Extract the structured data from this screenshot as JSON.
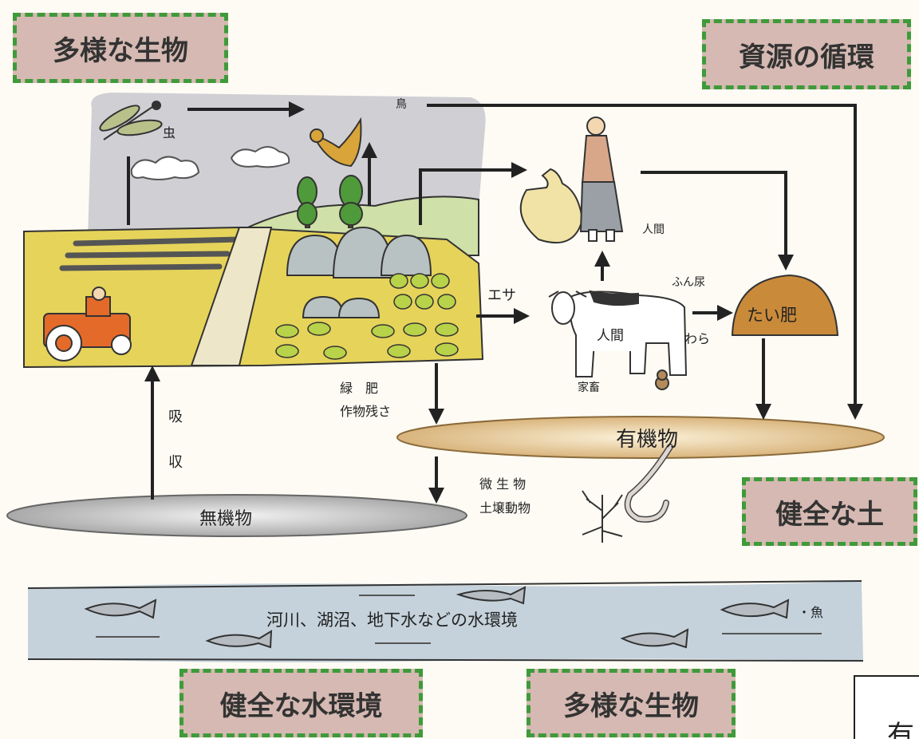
{
  "boxes": {
    "top_left": "多様な生物",
    "top_right": "資源の循環",
    "right_soil": "健全な土",
    "bottom_left": "健全な水環境",
    "bottom_center": "多様な生物"
  },
  "labels": {
    "insect": "虫",
    "bird": "鳥",
    "human_top": "人間",
    "human_overlay": "人間",
    "feed": "エサ",
    "manure_flow": "ふん尿",
    "straw": "わら",
    "livestock": "家畜",
    "compost": "たい肥",
    "green_manure": "緑　肥",
    "crop_residue": "作物残さ",
    "absorption_1": "吸",
    "absorption_2": "収",
    "organic": "有機物",
    "inorganic": "無機物",
    "microbes": "微 生 物",
    "soil_animals": "土壌動物",
    "water_env": "河川、湖沼、地下水などの水環境",
    "fish": "・魚",
    "corner_glyph": "有"
  },
  "colors": {
    "box_fill": "#d5b9b2",
    "box_border": "#3f9a3a",
    "organic_fill": "#e8c99a",
    "inorganic_fill": "#c9c9c9",
    "water_fill": "#c5d2dc",
    "compost_fill": "#c98a3a",
    "sky": "#cfcfd4",
    "field_yellow": "#e6d35a",
    "tractor": "#e46a2a"
  }
}
